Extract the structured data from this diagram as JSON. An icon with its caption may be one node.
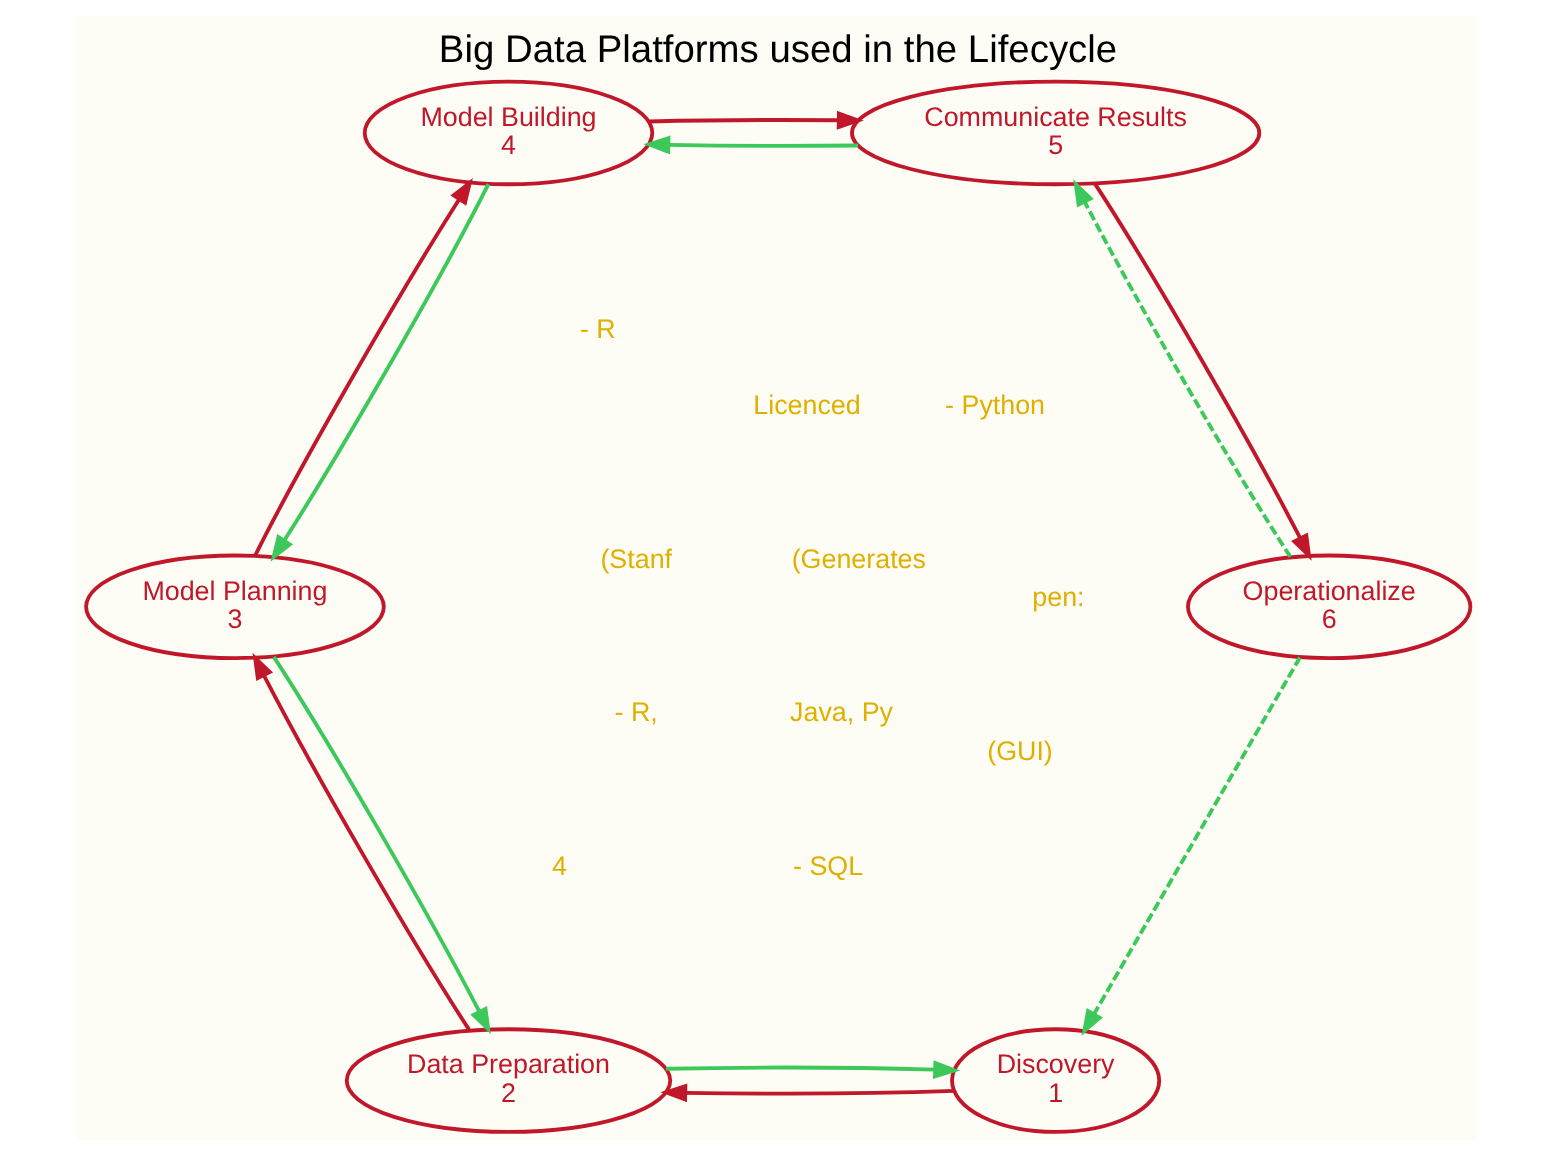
{
  "diagram": {
    "title": "Big Data Platforms used in the Lifecycle",
    "nodes": [
      {
        "text": [
          "Discovery",
          "1"
        ]
      },
      {
        "text": [
          "Data Preparation",
          "2"
        ]
      },
      {
        "text": [
          "Model Planning",
          "3"
        ]
      },
      {
        "text": [
          "Model Building",
          "4"
        ]
      },
      {
        "text": [
          "Communicate Results",
          "5"
        ]
      },
      {
        "text": [
          "Operationalize",
          "6"
        ]
      }
    ],
    "edges": [
      {
        "from": 0,
        "to": 1,
        "arrow": "to",
        "color": "#c0182a"
      },
      {
        "from": 1,
        "to": 0,
        "arrow": "to",
        "color": "#3cc85a"
      },
      {
        "from": 1,
        "to": 2,
        "arrow": "to",
        "color": "#c0182a"
      },
      {
        "from": 2,
        "to": 1,
        "arrow": "to",
        "color": "#3cc85a"
      },
      {
        "from": 2,
        "to": 3,
        "arrow": "to",
        "color": "#c0182a"
      },
      {
        "from": 3,
        "to": 2,
        "arrow": "to",
        "color": "#3cc85a"
      },
      {
        "from": 3,
        "to": 4,
        "arrow": "to",
        "color": "#c0182a"
      },
      {
        "from": 4,
        "to": 3,
        "arrow": "to",
        "color": "#3cc85a"
      },
      {
        "from": 4,
        "to": 5,
        "arrow": "to",
        "color": "#c0182a"
      },
      {
        "from": 5,
        "to": 4,
        "arrow": "to",
        "style": "dashed",
        "color": "#3cc85a"
      },
      {
        "from": 5,
        "to": 0,
        "arrow": "to",
        "style": "dashed",
        "color": "#3cc85a"
      }
    ],
    "labels": [
      "(GUI)",
      "(Stanf",
      "(Generates",
      "Java, Py",
      "- R,",
      "pen:",
      "- R",
      "- Python",
      "- SQL",
      "Licenced",
      "4"
    ]
  }
}
